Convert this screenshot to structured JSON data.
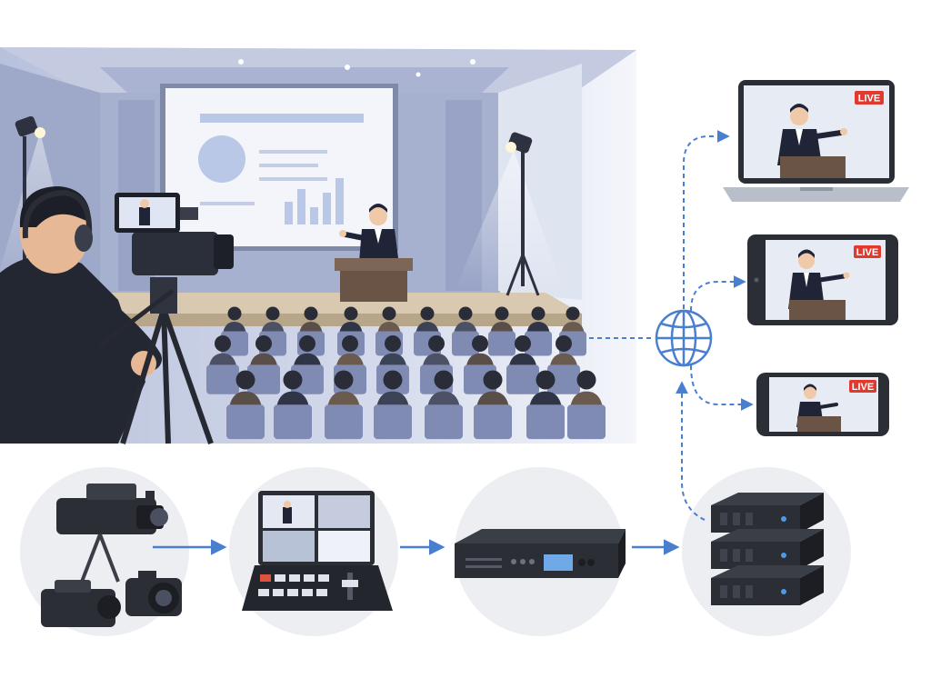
{
  "diagram": {
    "live_badges": [
      {
        "label": "LIVE"
      },
      {
        "label": "LIVE"
      },
      {
        "label": "LIVE"
      }
    ],
    "nodes": [
      {
        "name": "cameras",
        "icon": "video-cameras-icon"
      },
      {
        "name": "video-switcher",
        "icon": "video-switcher-icon"
      },
      {
        "name": "encoder",
        "icon": "hardware-encoder-icon"
      },
      {
        "name": "streaming-server",
        "icon": "server-stack-icon"
      },
      {
        "name": "internet",
        "icon": "globe-icon"
      }
    ],
    "outputs": [
      {
        "device": "laptop",
        "icon": "laptop-icon"
      },
      {
        "device": "tablet",
        "icon": "tablet-icon"
      },
      {
        "device": "smartphone",
        "icon": "smartphone-icon"
      }
    ],
    "colors": {
      "flow_arrow": "#4a7fd0",
      "live_badge": "#e03a2f",
      "device_dark": "#2b2e35",
      "circle_bg": "#eceef2",
      "hall_tint": "#cfd6ea"
    }
  }
}
